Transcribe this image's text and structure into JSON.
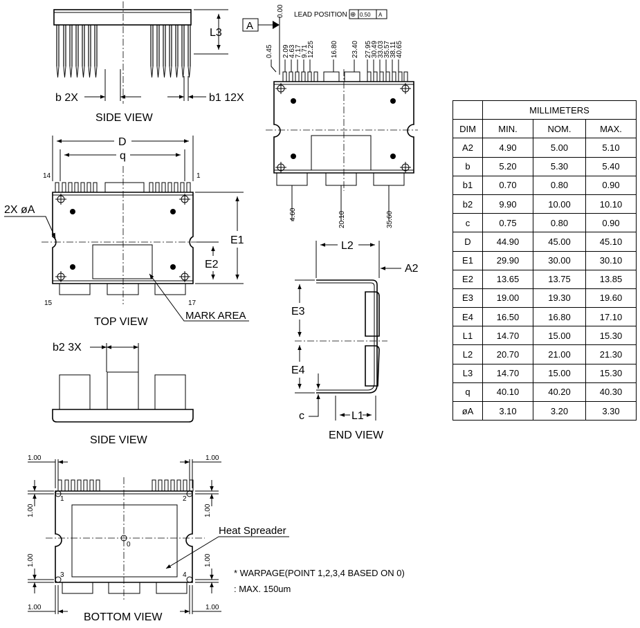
{
  "views": {
    "side_view_top": {
      "label": "SIDE VIEW",
      "dim_b": "b 2X",
      "dim_b1": "b1 12X",
      "dim_l3": "L3"
    },
    "top_view": {
      "label": "TOP VIEW",
      "dim_d": "D",
      "dim_q": "q",
      "pin_14": "14",
      "pin_1": "1",
      "pin_15": "15",
      "pin_17": "17",
      "hole": "2X øA",
      "dim_e1": "E1",
      "dim_e2": "E2",
      "mark_area": "MARK AREA"
    },
    "side_view_bottom": {
      "label": "SIDE VIEW",
      "dim_b2": "b2 3X"
    },
    "bottom_view": {
      "label": "BOTTOM VIEW",
      "dim_1": "1.00",
      "point_1": "1",
      "point_2": "2",
      "point_3": "3",
      "point_4": "4",
      "point_0": "0",
      "heat_spreader": "Heat Spreader"
    },
    "end_view": {
      "label": "END VIEW",
      "dim_l2": "L2",
      "dim_a2": "A2",
      "dim_e3": "E3",
      "dim_e4": "E4",
      "dim_c": "c",
      "dim_l1": "L1"
    },
    "lead_position": {
      "title": "LEAD POSITION",
      "datum": "A",
      "tolerance_symbol": "⊕",
      "tolerance_value": "0.50",
      "tolerance_datum": "A",
      "zero": "0.00",
      "offset": "0.45",
      "top_values": [
        "2.09",
        "4.63",
        "7.17",
        "9.71",
        "12.25",
        "16.80",
        "23.40",
        "27.95",
        "30.49",
        "33.03",
        "35.57",
        "38.11",
        "40.65"
      ],
      "bottom_values": [
        "4.60",
        "20.10",
        "35.60"
      ]
    }
  },
  "notes": {
    "warpage_line1": "* WARPAGE(POINT 1,2,3,4 BASED ON 0)",
    "warpage_line2": ": MAX. 150um"
  },
  "dimension_table": {
    "header_group": "MILLIMETERS",
    "columns": [
      "DIM",
      "MIN.",
      "NOM.",
      "MAX."
    ],
    "rows": [
      [
        "A2",
        "4.90",
        "5.00",
        "5.10"
      ],
      [
        "b",
        "5.20",
        "5.30",
        "5.40"
      ],
      [
        "b1",
        "0.70",
        "0.80",
        "0.90"
      ],
      [
        "b2",
        "9.90",
        "10.00",
        "10.10"
      ],
      [
        "c",
        "0.75",
        "0.80",
        "0.90"
      ],
      [
        "D",
        "44.90",
        "45.00",
        "45.10"
      ],
      [
        "E1",
        "29.90",
        "30.00",
        "30.10"
      ],
      [
        "E2",
        "13.65",
        "13.75",
        "13.85"
      ],
      [
        "E3",
        "19.00",
        "19.30",
        "19.60"
      ],
      [
        "E4",
        "16.50",
        "16.80",
        "17.10"
      ],
      [
        "L1",
        "14.70",
        "15.00",
        "15.30"
      ],
      [
        "L2",
        "20.70",
        "21.00",
        "21.30"
      ],
      [
        "L3",
        "14.70",
        "15.00",
        "15.30"
      ],
      [
        "q",
        "40.10",
        "40.20",
        "40.30"
      ],
      [
        "øA",
        "3.10",
        "3.20",
        "3.30"
      ]
    ]
  }
}
